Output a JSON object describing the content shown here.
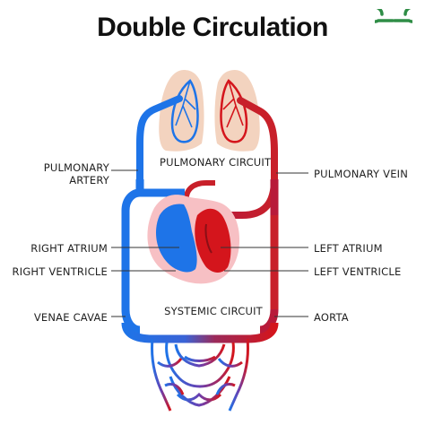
{
  "title": "Double Circulation",
  "logo": {
    "icon": "geeksforgeeks-logo-icon",
    "color": "#2f8d46"
  },
  "colors": {
    "deoxygenated": "#1e74e8",
    "oxygenated": "#d4151c",
    "lungs": "#f3d3bf",
    "heart_bg": "#f7c0c4"
  },
  "labels": {
    "pulmonary_artery_1": "PULMONARY",
    "pulmonary_artery_2": "ARTERY",
    "pulmonary_vein": "PULMONARY VEIN",
    "pulmonary_circuit": "PULMONARY CIRCUIT",
    "right_atrium": "RIGHT  ATRIUM",
    "left_atrium": "LEFT ATRIUM",
    "right_ventricle": "RIGHT VENTRICLE",
    "left_ventricle": "LEFT VENTRICLE",
    "systemic_circuit": "SYSTEMIC CIRCUIT",
    "venae_cavae": "VENAE CAVAE",
    "aorta": "AORTA"
  }
}
